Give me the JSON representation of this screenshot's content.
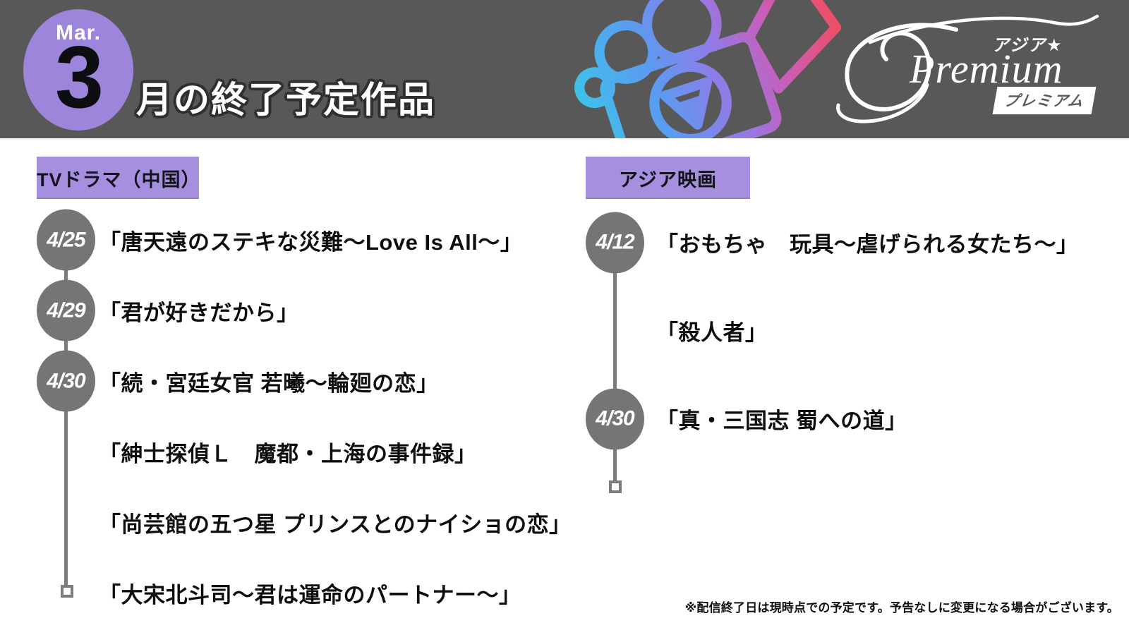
{
  "header": {
    "month_label": "Mar.",
    "month_number": "3",
    "title": "月の終了予定作品"
  },
  "logo": {
    "name": "Premium",
    "katakana_top": "アジア★",
    "katakana_bottom": "プレミアム"
  },
  "columns": [
    {
      "badge": "TVドラマ（中国）",
      "items": [
        {
          "date": "4/25",
          "title": "「唐天遠のステキな災難〜Love Is All〜」"
        },
        {
          "date": "4/29",
          "title": "「君が好きだから」"
        },
        {
          "date": "4/30",
          "title": "「続・宮廷女官 若曦〜輪廻の恋」"
        },
        {
          "date": "",
          "title": "「紳士探偵Ｌ　魔都・上海の事件録」"
        },
        {
          "date": "",
          "title": "「尚芸館の五つ星 プリンスとのナイショの恋」"
        },
        {
          "date": "",
          "title": "「大宋北斗司〜君は運命のパートナー〜」"
        }
      ]
    },
    {
      "badge": "アジア映画",
      "items": [
        {
          "date": "4/12",
          "title": "「おもちゃ　玩具〜虐げられる女たち〜」"
        },
        {
          "date": "",
          "title": "「殺人者」"
        },
        {
          "date": "4/30",
          "title": "「真・三国志 蜀への道」"
        }
      ]
    }
  ],
  "footer": {
    "disclaimer": "※配信終了日は現時点での予定です。予告なしに変更になる場合がございます。"
  },
  "colors": {
    "header_bg": "#595859",
    "accent_purple": "#9C85DA",
    "badge_purple": "#A78FE0",
    "timeline_gray": "#7C7C7E",
    "node_gray": "#757578",
    "camera_gradient": [
      "#3EC1E9",
      "#5B9BF0",
      "#8F7CE8",
      "#C75FBC",
      "#EF4E66"
    ]
  }
}
